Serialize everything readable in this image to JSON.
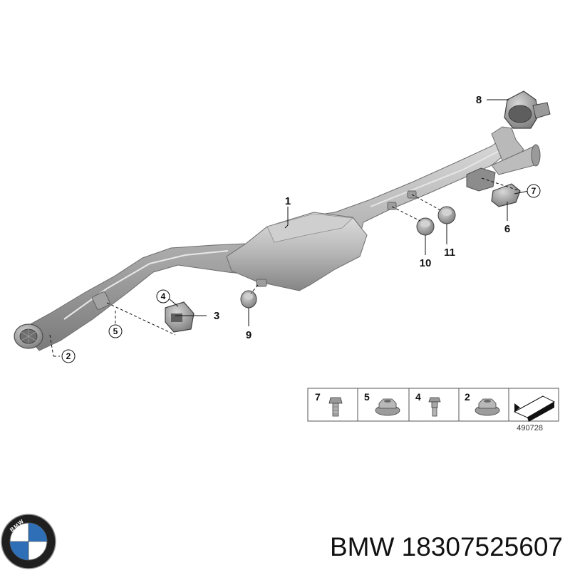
{
  "callouts": {
    "c1": "1",
    "c2": "2",
    "c3": "3",
    "c4": "4",
    "c5": "5",
    "c6": "6",
    "c7": "7",
    "c8": "8",
    "c9": "9",
    "c10": "10",
    "c11": "11"
  },
  "legend": {
    "items": [
      {
        "number": "7",
        "icon": "bolt-icon"
      },
      {
        "number": "5",
        "icon": "flange-nut-icon"
      },
      {
        "number": "4",
        "icon": "stud-bolt-icon"
      },
      {
        "number": "2",
        "icon": "flange-nut-icon"
      }
    ],
    "diagram_id": "490728"
  },
  "brand": {
    "logo_letters": "BMW",
    "caption": "BMW 18307525607"
  },
  "colors": {
    "pipe": "#a9a9a9",
    "pipe_dark": "#7e7e7e",
    "pipe_light": "#d4d4d4",
    "logo_blue": "#2f6fb7",
    "logo_ring": "#1f1f1f"
  }
}
